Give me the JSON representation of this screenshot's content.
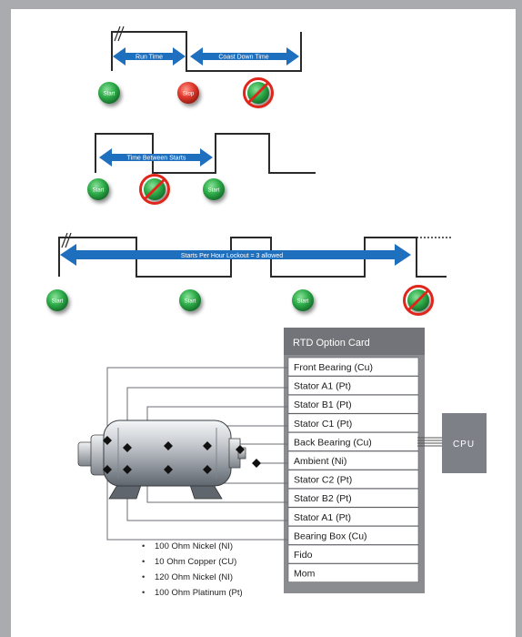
{
  "timing": {
    "row1_labels": {
      "run_time": "Run Time",
      "coast_down": "Coast Down Time"
    },
    "row2_label": "Time Between Starts",
    "row3_label": "Starts Per Hour Lockout = 3 allowed",
    "start_label": "Start",
    "stop_label": "Stop"
  },
  "rtd_card": {
    "title": "RTD Option Card",
    "rows": [
      "Front Bearing (Cu)",
      "Stator A1 (Pt)",
      "Stator B1 (Pt)",
      "Stator C1 (Pt)",
      "Back Bearing (Cu)",
      "Ambient (Ni)",
      "Stator C2 (Pt)",
      "Stator B2 (Pt)",
      "Stator A1 (Pt)",
      "Bearing Box (Cu)",
      "Fido",
      "Mom"
    ]
  },
  "cpu_label": "CPU",
  "legend": [
    "100 Ohm Nickel (NI)",
    "10 Ohm Copper (CU)",
    "120 Ohm Nickel (NI)",
    "100 Ohm Platinum (Pt)"
  ],
  "colors": {
    "arrow": "#1f6fbf",
    "start_button": "#2fae4a",
    "stop_button": "#e23b2f",
    "no_symbol": "#e0261b",
    "card_header": "#727479",
    "card_body": "#8a8c90",
    "cpu": "#7d8086"
  }
}
